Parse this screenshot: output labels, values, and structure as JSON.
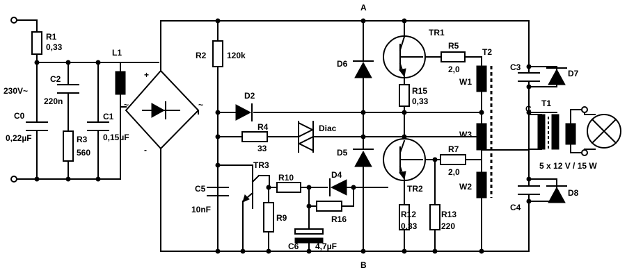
{
  "labels": {
    "node_a": "A",
    "node_b": "B",
    "node_c": "C",
    "mains": "230V~",
    "polarity_plus": "+",
    "polarity_minus": "-",
    "ac_1": "~",
    "ac_2": "~",
    "load": "5 x 12 V / 15 W"
  },
  "components": {
    "r1": {
      "name": "R1",
      "value": "0,33"
    },
    "c0": {
      "name": "C0",
      "value": "0,22µF"
    },
    "c2": {
      "name": "C2",
      "value": "220n"
    },
    "r3": {
      "name": "R3",
      "value": "560"
    },
    "c1": {
      "name": "C1",
      "value": "0,15µF"
    },
    "l1": {
      "name": "L1"
    },
    "r2": {
      "name": "R2",
      "value": "120k"
    },
    "d2": {
      "name": "D2"
    },
    "r4": {
      "name": "R4",
      "value": "33"
    },
    "diac": {
      "name": "Diac"
    },
    "c5": {
      "name": "C5",
      "value": "10nF"
    },
    "tr3": {
      "name": "TR3"
    },
    "r9": {
      "name": "R9"
    },
    "r10": {
      "name": "R10"
    },
    "d4": {
      "name": "D4"
    },
    "r16": {
      "name": "R16"
    },
    "c6": {
      "name": "C6",
      "value": "4,7µF"
    },
    "d6": {
      "name": "D6"
    },
    "d5": {
      "name": "D5"
    },
    "tr1": {
      "name": "TR1"
    },
    "tr2": {
      "name": "TR2"
    },
    "r15": {
      "name": "R15",
      "value": "0,33"
    },
    "r12": {
      "name": "R12",
      "value": "0,33"
    },
    "r13": {
      "name": "R13",
      "value": "220"
    },
    "r5": {
      "name": "R5",
      "value": "2,0"
    },
    "r7": {
      "name": "R7",
      "value": "2,0"
    },
    "t2": {
      "name": "T2"
    },
    "w1": {
      "name": "W1"
    },
    "w2": {
      "name": "W2"
    },
    "w3": {
      "name": "W3"
    },
    "c3": {
      "name": "C3"
    },
    "c4": {
      "name": "C4"
    },
    "d7": {
      "name": "D7"
    },
    "d8": {
      "name": "D8"
    },
    "t1": {
      "name": "T1"
    }
  }
}
